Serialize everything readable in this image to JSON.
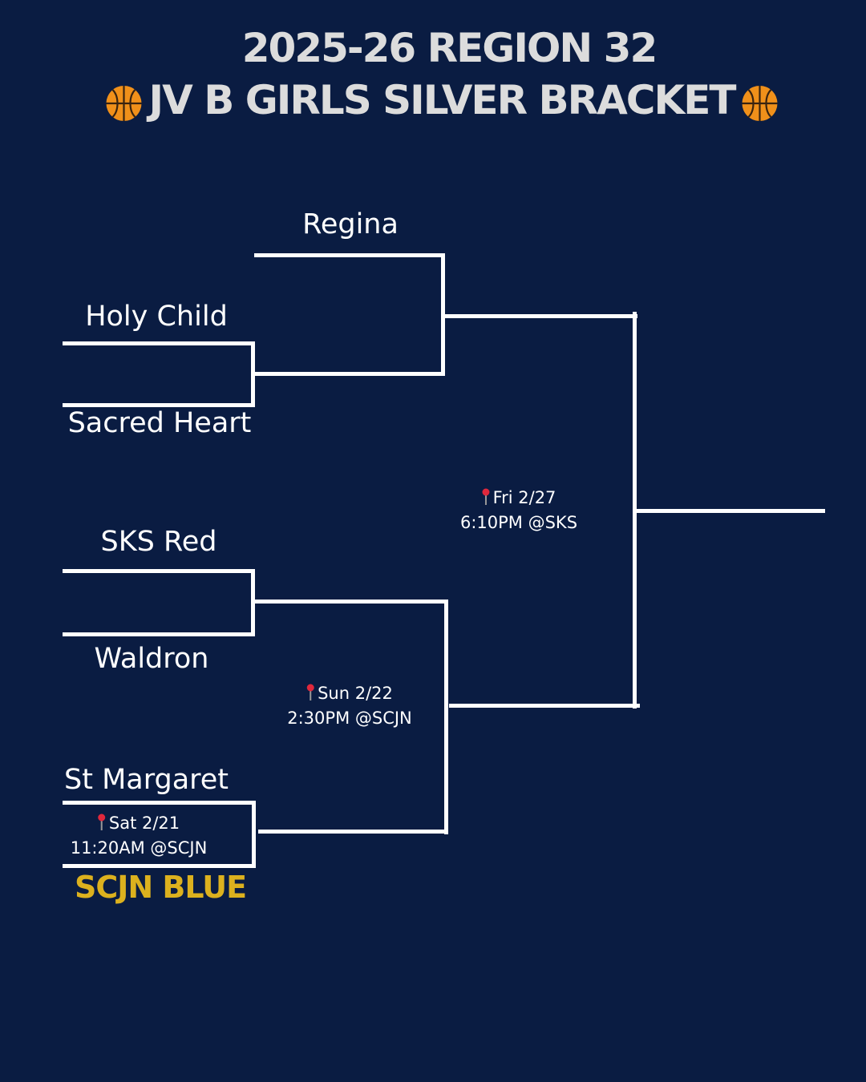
{
  "title": {
    "line1": "2025-26 REGION 32",
    "line2": "JV B GIRLS SILVER BRACKET",
    "icon": "basketball-icon"
  },
  "teams": {
    "regina": "Regina",
    "holy_child": "Holy Child",
    "sacred_heart": "Sacred Heart",
    "sks_red": "SKS Red",
    "waldron": "Waldron",
    "st_margaret": "St Margaret",
    "scjn_blue": "SCJN BLUE"
  },
  "games": {
    "round1": {
      "date": "Sat 2/21",
      "time": "11:20AM @SCJN"
    },
    "semi": {
      "date": "Sun 2/22",
      "time": "2:30PM @SCJN"
    },
    "final": {
      "date": "Fri 2/27",
      "time": "6:10PM @SKS"
    }
  },
  "colors": {
    "background": "#0a1c42",
    "winner": "#dcb11e",
    "ball": "#f0901a",
    "pin": "#e0283c"
  }
}
